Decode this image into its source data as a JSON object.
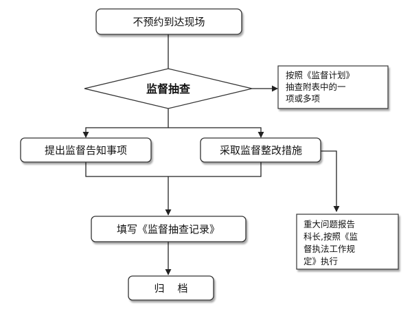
{
  "nodes": {
    "start": "不预约到达现场",
    "decision": "监督抽查",
    "note_top": [
      "按照《监督计划》",
      "抽查附表中的一",
      "项或多项"
    ],
    "left_action": "提出监督告知事项",
    "right_action": "采取监督整改措施",
    "fill_record": "填写《监督抽查记录》",
    "note_bottom": [
      "重大问题报告",
      "科长,按照《监",
      "督执法工作规",
      "定》执行"
    ],
    "archive": "归    档"
  }
}
